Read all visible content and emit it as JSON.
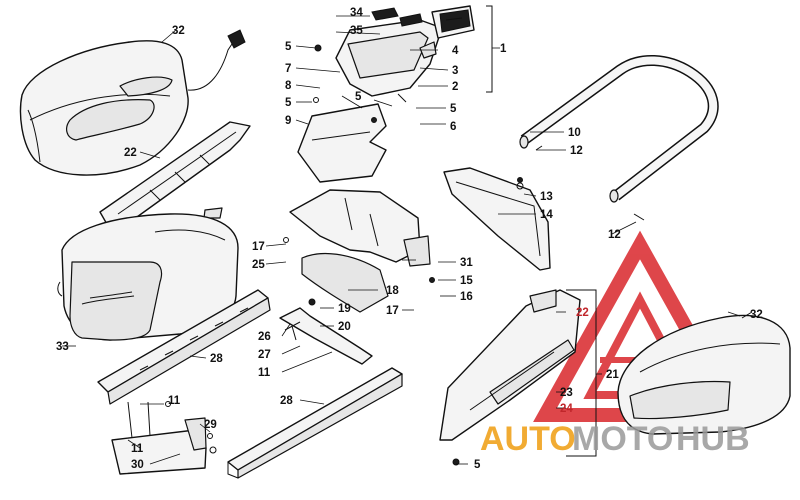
{
  "callouts": {
    "c1": "1",
    "c2": "2",
    "c3": "3",
    "c4": "4",
    "c5a": "5",
    "c5b": "5",
    "c5c": "5",
    "c5d": "5",
    "c5e": "5",
    "c6": "6",
    "c7": "7",
    "c8": "8",
    "c9": "9",
    "c10": "10",
    "c11a": "11",
    "c11b": "11",
    "c11c": "11",
    "c12a": "12",
    "c12b": "12",
    "c13": "13",
    "c14": "14",
    "c15": "15",
    "c16": "16",
    "c17a": "17",
    "c17b": "17",
    "c18": "18",
    "c19": "19",
    "c20": "20",
    "c21": "21",
    "c22a": "22",
    "c22b": "22",
    "c23": "23",
    "c24": "24",
    "c25": "25",
    "c26": "26",
    "c27": "27",
    "c28a": "28",
    "c28b": "28",
    "c29": "29",
    "c30": "30",
    "c31": "31",
    "c32a": "32",
    "c32b": "32",
    "c33": "33",
    "c34": "34",
    "c35": "35"
  },
  "watermark": {
    "text_part1": "AUTO",
    "text_part2": "MOTO",
    "text_part3": "HUB",
    "colors": {
      "orange": "#f0a21e",
      "gray": "#9a9a9a",
      "red": "#d9262b"
    }
  }
}
